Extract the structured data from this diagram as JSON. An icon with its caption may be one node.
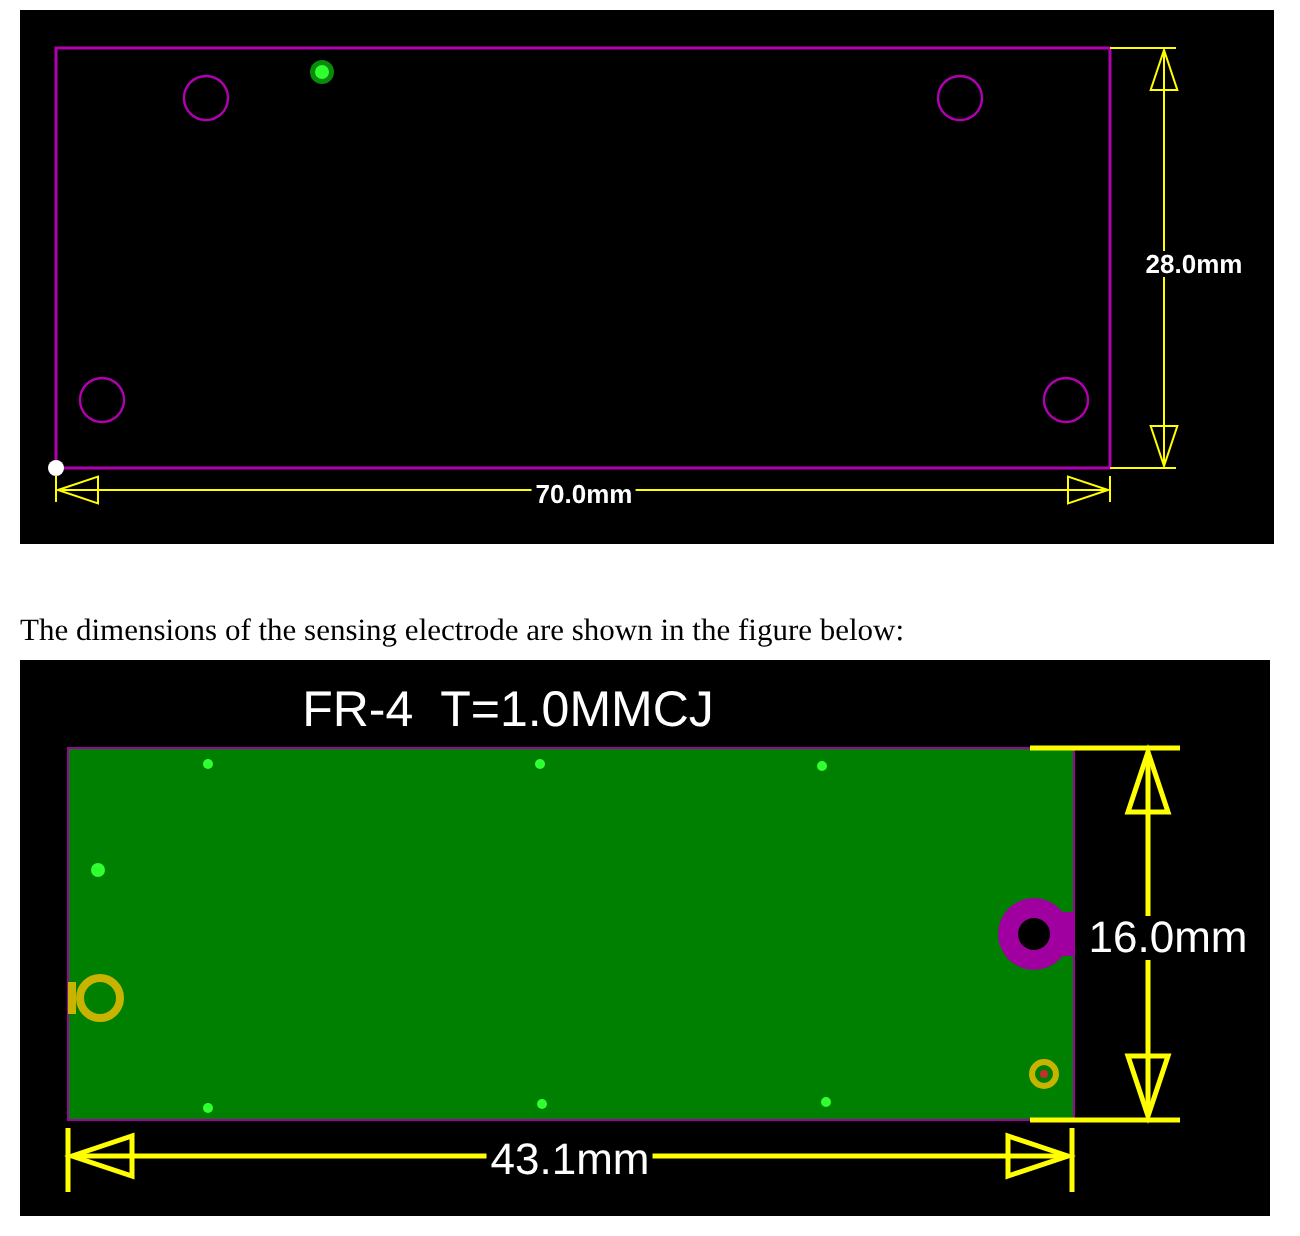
{
  "diagram": {
    "labels": [
      "70.0mm",
      "28.0mm",
      "The dimensions of the sensing electrode are shown in the figure below:",
      "FR-4  T=1.0MMCJ",
      "16.0mm",
      "43.1mm"
    ]
  }
}
